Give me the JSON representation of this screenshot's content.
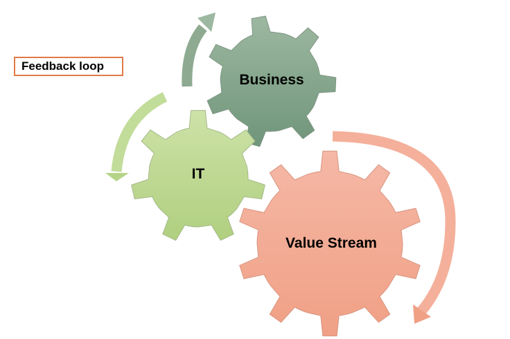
{
  "legend_box": {
    "label": "Feedback loop",
    "border_color": "#e07a45"
  },
  "gears": [
    {
      "id": "business",
      "label": "Business",
      "color_top": "#9db8a0",
      "color_bottom": "#6f957a"
    },
    {
      "id": "it",
      "label": "IT",
      "color_top": "#cde2a8",
      "color_bottom": "#b0cf7f"
    },
    {
      "id": "value-stream",
      "label": "Value Stream",
      "color_top": "#f5b8a6",
      "color_bottom": "#f0a085"
    }
  ],
  "arrows": [
    {
      "id": "business-arrow",
      "color": "#86a78c"
    },
    {
      "id": "it-arrow",
      "color": "#bcd994"
    },
    {
      "id": "value-stream-arrow",
      "color": "#f2a58c"
    }
  ]
}
